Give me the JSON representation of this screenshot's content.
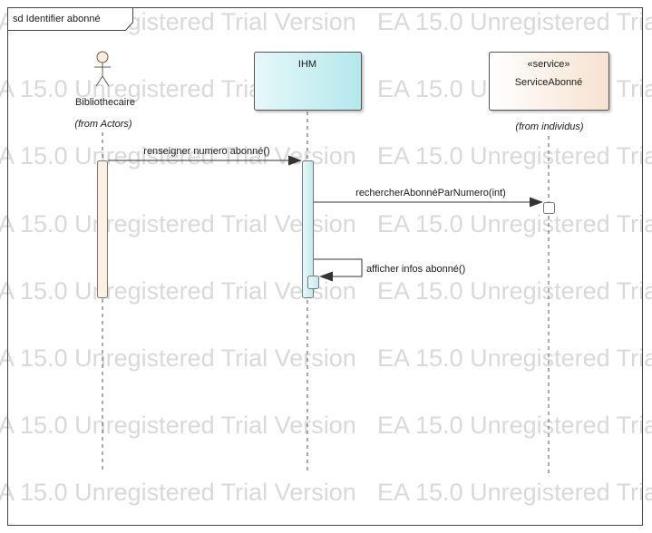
{
  "watermark": "EA 15.0 Unregistered Trial Version",
  "frame": {
    "title": "sd Identifier abonné"
  },
  "lifelines": {
    "actor": {
      "name": "Bibliothecaire",
      "origin": "(from Actors)"
    },
    "ihm": {
      "name": "IHM"
    },
    "service": {
      "stereotype": "«service»",
      "name": "ServiceAbonné",
      "origin": "(from individus)"
    }
  },
  "messages": {
    "m1": "renseigner numero abonné()",
    "m2": "rechercherAbonnéParNumero(int)",
    "m3": "afficher infos abonné()"
  },
  "colors": {
    "actor_activation": "#fcf1e0",
    "ihm_fill": "#ccf0f3",
    "service_fill": "#fdf1e7",
    "border": "#555555"
  }
}
